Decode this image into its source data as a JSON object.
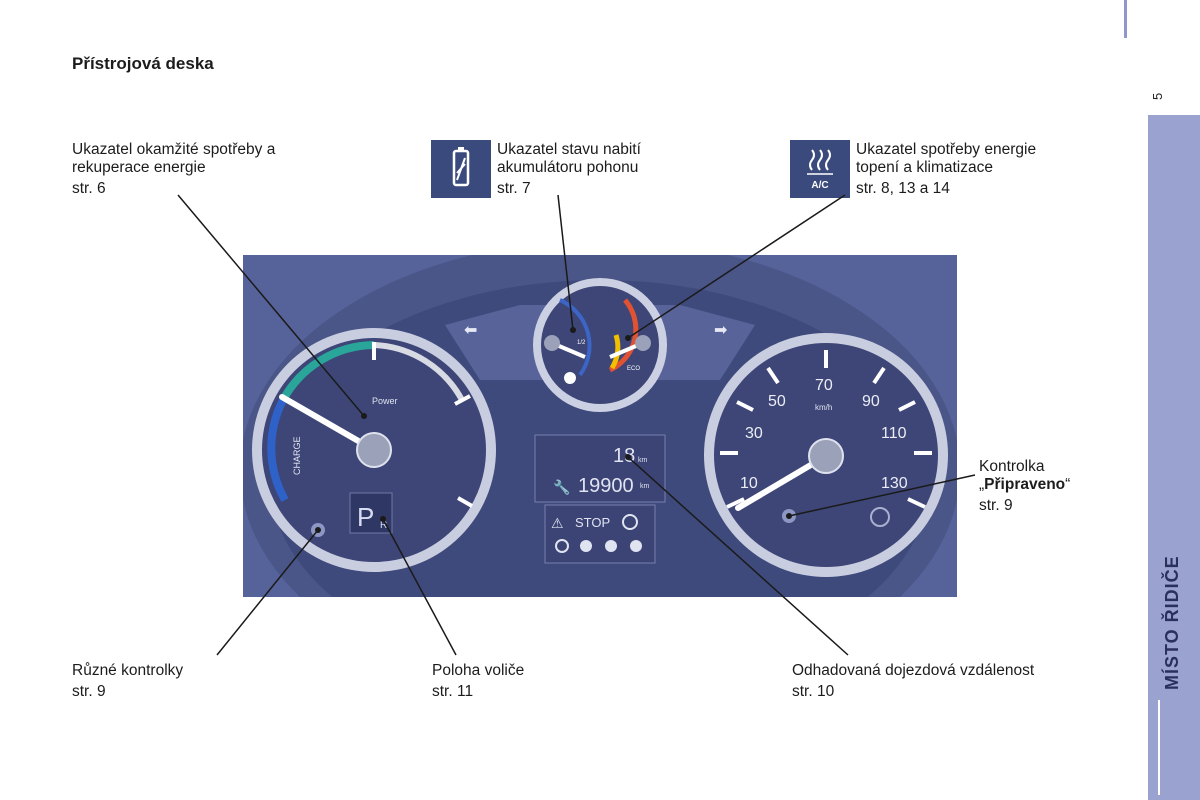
{
  "page": {
    "title": "Přístrojová deska",
    "page_number": "5",
    "side_tab": "MÍSTO ŘIDIČE"
  },
  "callouts": {
    "power_meter": {
      "label_line1": "Ukazatel okamžité spotřeby a",
      "label_line2": "rekuperace energie",
      "ref": "str. 6"
    },
    "battery_gauge": {
      "label_line1": "Ukazatel stavu nabití",
      "label_line2": "akumulátoru pohonu",
      "ref": "str. 7"
    },
    "climate_consumption": {
      "label_line1": "Ukazatel spotřeby energie",
      "label_line2": "topení a klimatizace",
      "ref": "str. 8, 13 a 14"
    },
    "ready_light": {
      "label_line1": "Kontrolka",
      "label_line2_prefix": "„",
      "label_line2_bold": "Připraveno",
      "label_line2_suffix": "“",
      "ref": "str. 9"
    },
    "warning_lights": {
      "label_line1": "Různé kontrolky",
      "ref": "str. 9"
    },
    "gear_selector": {
      "label_line1": "Poloha voliče",
      "ref": "str. 11"
    },
    "range": {
      "label_line1": "Odhadovaná dojezdová vzdálenost",
      "ref": "str. 10"
    }
  },
  "cluster": {
    "speed_ticks": [
      "10",
      "30",
      "50",
      "70",
      "90",
      "110",
      "130"
    ],
    "speed_unit": "km/h",
    "power_label": "Power",
    "charge_label": "CHARGE",
    "gear": "P",
    "gear_suffix": "R",
    "range_value": "18",
    "range_unit": "km",
    "odometer": "19900",
    "odometer_unit": "km",
    "stop_text": "STOP",
    "battery_half": "1/2",
    "eco_text": "ECO",
    "ac_icon_text": "A/C"
  },
  "colors": {
    "cluster_bg": "#4a5588",
    "sidebar": "#9aa3cf",
    "sidebar_text": "#2b2f5c"
  }
}
